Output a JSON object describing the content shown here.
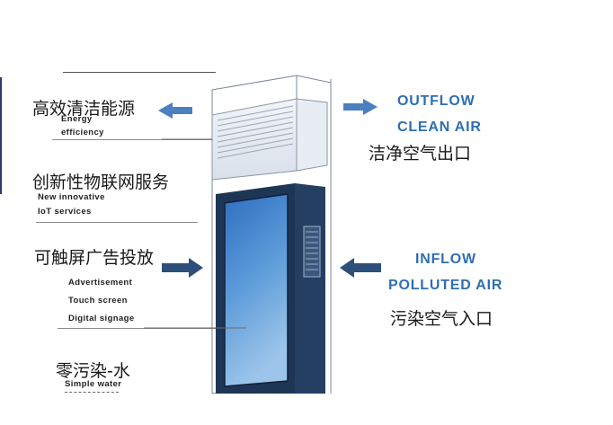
{
  "left_features": [
    {
      "cn": "高效清洁能源",
      "en": [
        "Energy",
        "efficiency"
      ]
    },
    {
      "cn": "创新性物联网服务",
      "en": [
        "New innovative",
        "IoT services"
      ]
    },
    {
      "cn": "可触屏广告投放",
      "en": [
        "Advertisement",
        "Touch screen",
        "Digital signage"
      ]
    },
    {
      "cn": "零污染-水",
      "en": [
        "Simple water"
      ]
    }
  ],
  "outflow": {
    "line1": "OUTFLOW",
    "line2": "CLEAN AIR",
    "cn": "洁净空气出口"
  },
  "inflow": {
    "line1": "INFLOW",
    "line2": "POLLUTED AIR",
    "cn": "污染空气入口"
  },
  "colors": {
    "arrow": "#4a7fc0",
    "arrow_dark": "#2d4f7c",
    "label_blue": "#2f6fb0",
    "cabinet_dark": "#1e3656",
    "screen": "#3a78c4"
  }
}
